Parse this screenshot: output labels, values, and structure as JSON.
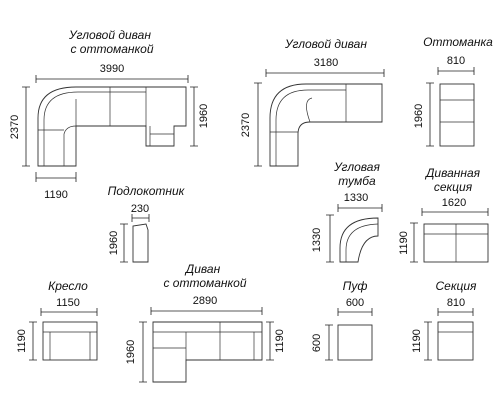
{
  "items": {
    "corner_sofa_ottoman": {
      "title_line1": "Угловой диван",
      "title_line2": "с оттоманкой",
      "width": "3990",
      "depth": "2370",
      "side": "1960",
      "bottom": "1190"
    },
    "corner_sofa": {
      "title": "Угловой диван",
      "width": "3180",
      "depth": "2370"
    },
    "ottoman": {
      "title": "Оттоманка",
      "width": "810",
      "depth": "1960"
    },
    "armrest": {
      "title": "Подлокотник",
      "width": "230",
      "depth": "1960"
    },
    "corner_unit": {
      "title_line1": "Угловая",
      "title_line2": "тумба",
      "width": "1330",
      "depth": "1330"
    },
    "sofa_section": {
      "title_line1": "Диванная",
      "title_line2": "секция",
      "width": "1620",
      "depth": "1190"
    },
    "armchair": {
      "title": "Кресло",
      "width": "1150",
      "depth": "1190"
    },
    "sofa_ottoman": {
      "title_line1": "Диван",
      "title_line2": "с оттоманкой",
      "width": "2890",
      "depth": "1960",
      "side": "1190"
    },
    "pouf": {
      "title": "Пуф",
      "width": "600",
      "depth": "600"
    },
    "section": {
      "title": "Секция",
      "width": "810",
      "depth": "1190"
    }
  }
}
